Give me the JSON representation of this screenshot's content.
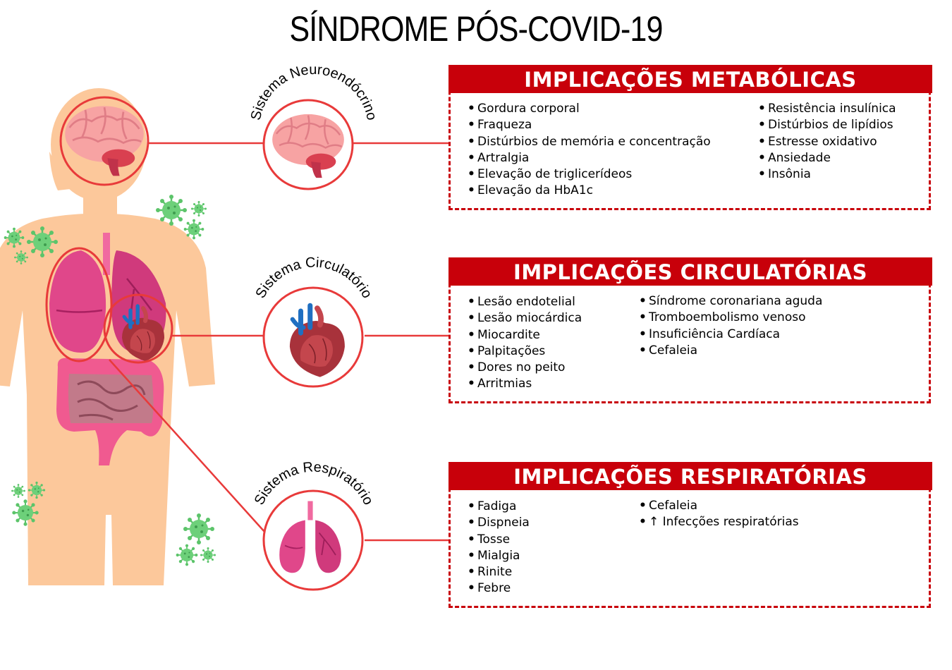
{
  "title": "SÍNDROME PÓS-COVID-19",
  "colors": {
    "accent_red": "#c8000a",
    "connector_red": "#e83a3a",
    "skin": "#fcc89b",
    "lung_pink": "#e0478a",
    "brain_pink": "#f7a3a3",
    "heart_red": "#a8323b",
    "vein_blue": "#1f6fc1",
    "virus_green": "#5cc46a"
  },
  "systems": [
    {
      "label": "Sistema Neuroendócrino",
      "icon": "brain-icon"
    },
    {
      "label": "Sistema Circulatório",
      "icon": "heart-icon"
    },
    {
      "label": "Sistema Respiratório",
      "icon": "lungs-icon"
    }
  ],
  "panels": [
    {
      "header": "IMPLICAÇÕES METABÓLICAS",
      "col1": [
        "Gordura corporal",
        "Fraqueza",
        "Distúrbios de memória e concentração",
        "Artralgia",
        "Elevação de triglicerídeos",
        "Elevação da HbA1c"
      ],
      "col2": [
        "Resistência insulínica",
        "Distúrbios de lipídios",
        "Estresse oxidativo",
        "Ansiedade",
        "Insônia"
      ]
    },
    {
      "header": "IMPLICAÇÕES CIRCULATÓRIAS",
      "col1": [
        "Lesão endotelial",
        "Lesão miocárdica",
        "Miocardite",
        "Palpitações",
        "Dores no peito",
        "Arritmias"
      ],
      "col2": [
        "Síndrome coronariana aguda",
        "Tromboembolismo venoso",
        "Insuficiência Cardíaca",
        "Cefaleia"
      ]
    },
    {
      "header": "IMPLICAÇÕES RESPIRATÓRIAS",
      "col1": [
        "Fadiga",
        "Dispneia",
        "Tosse",
        "Mialgia",
        "Rinite",
        "Febre"
      ],
      "col2": [
        "Cefaleia",
        "↑ Infecções respiratórias"
      ]
    }
  ]
}
